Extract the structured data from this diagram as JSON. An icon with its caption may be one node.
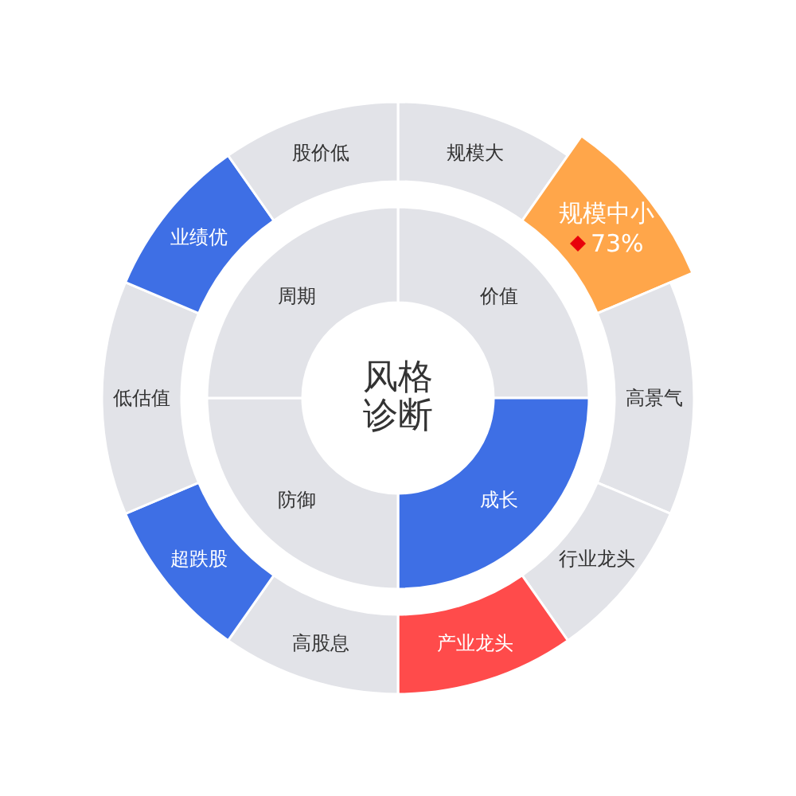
{
  "diagram": {
    "nodes": [
      {
        "text": [
          "风格诊断"
        ]
      },
      {
        "text": [
          "价值"
        ]
      },
      {
        "text": [
          "成长"
        ]
      },
      {
        "text": [
          "防御"
        ]
      },
      {
        "text": [
          "周期"
        ]
      },
      {
        "text": [
          "规模大"
        ]
      },
      {
        "text": [
          "规模中小",
          "73%"
        ]
      },
      {
        "text": [
          "高景气"
        ]
      },
      {
        "text": [
          "行业龙头"
        ]
      },
      {
        "text": [
          "产业龙头"
        ]
      },
      {
        "text": [
          "高股息"
        ]
      },
      {
        "text": [
          "超跌股"
        ]
      },
      {
        "text": [
          "低估值"
        ]
      },
      {
        "text": [
          "业绩优"
        ]
      },
      {
        "text": [
          "股价低"
        ]
      }
    ]
  }
}
